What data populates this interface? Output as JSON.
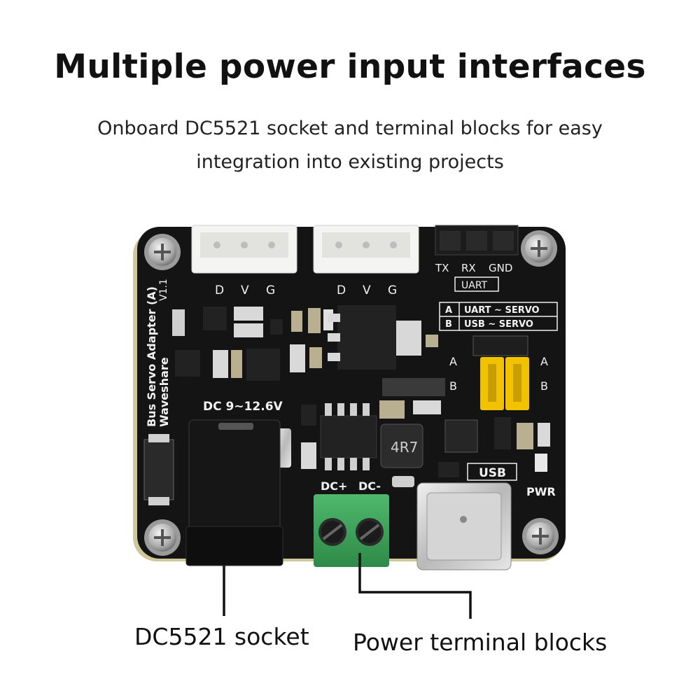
{
  "headline": "Multiple power input interfaces",
  "subtitle_line1": "Onboard DC5521 socket and terminal blocks for easy",
  "subtitle_line2": "integration into existing projects",
  "callouts": {
    "dc_socket": "DC5521 socket",
    "terminal_blocks": "Power terminal blocks"
  },
  "board": {
    "name": "Bus Servo Adapter (A)",
    "version": "V1.1",
    "brand": "Waveshare",
    "servo_pin_labels": [
      "D",
      "V",
      "G"
    ],
    "uart_pins": [
      "TX",
      "RX",
      "GND"
    ],
    "uart_label": "UART",
    "mode_a_key": "A",
    "mode_a_text": "UART ~ SERVO",
    "mode_b_key": "B",
    "mode_b_text": "USB ~ SERVO",
    "voltage": "DC 9~12.6V",
    "dc_plus": "DC+",
    "dc_minus": "DC-",
    "usb_label": "USB",
    "pwr_label": "PWR",
    "inductor": "4R7",
    "jumper_side_a": "A",
    "jumper_side_b": "B"
  },
  "colors": {
    "pcb": "#141414",
    "terminal": "#3aa15a",
    "jumper": "#f2c200",
    "connector": "#f4f4f2"
  }
}
